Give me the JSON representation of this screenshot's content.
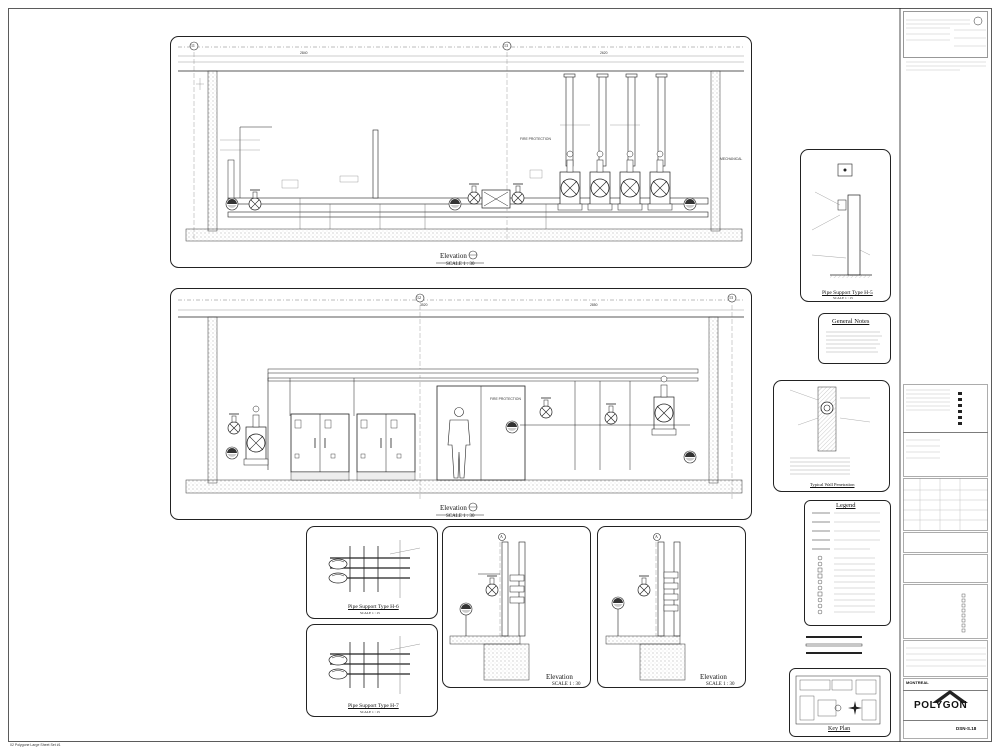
{
  "drawing": {
    "elev_top": {
      "title": "Elevation",
      "scale": "SCALE 1 : 30",
      "grid_left": "11",
      "grid_mid": "13"
    },
    "elev_mid": {
      "title": "Elevation",
      "scale": "SCALE 1 : 30",
      "grid_mid": "12",
      "grid_right": "13"
    },
    "elev_small_a": {
      "title": "Elevation",
      "scale": "SCALE 1 : 30",
      "grid": "A"
    },
    "elev_small_b": {
      "title": "Elevation",
      "scale": "SCALE 1 : 30",
      "grid": "A"
    },
    "support_h5": {
      "title": "Pipe Support Type H-5",
      "scale": "SCALE 1 : 15"
    },
    "support_h6": {
      "title": "Pipe Support Type H-6",
      "scale": "SCALE 1 : 15"
    },
    "support_h7": {
      "title": "Pipe Support Type H-7",
      "scale": "SCALE 1 : 15"
    },
    "general_notes": {
      "title": "General Notes"
    },
    "wall_penetration": {
      "title": "Typical Wall Penetration"
    },
    "legend": {
      "title": "Legend"
    },
    "key_plan": {
      "title": "Key Plan"
    }
  },
  "title_block": {
    "company": "POLYGON",
    "city": "MONTREAL",
    "drawing_no": "DSN-S.18"
  },
  "footer": {
    "file_label": "02 Polygone Large Sheet Set #1"
  }
}
